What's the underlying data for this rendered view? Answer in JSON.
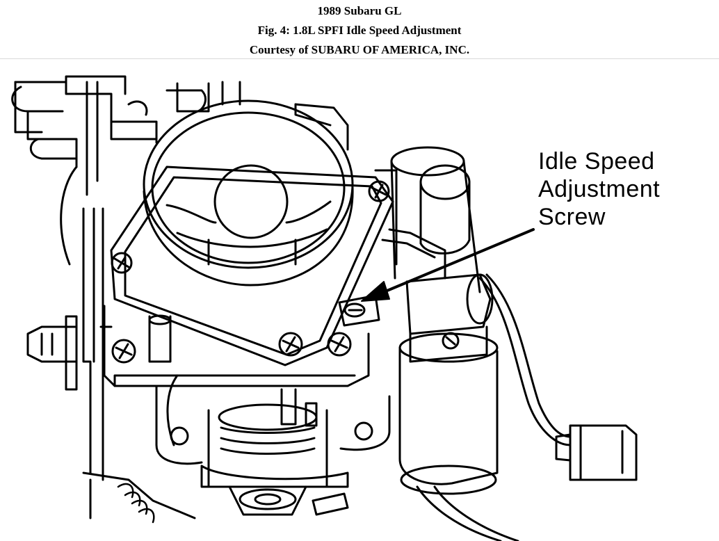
{
  "header": {
    "line1": "1989 Subaru GL",
    "line2": "Fig. 4: 1.8L SPFI Idle Speed Adjustment",
    "line3": "Courtesy of SUBARU OF AMERICA, INC."
  },
  "figure": {
    "callout": {
      "line1": "Idle Speed",
      "line2": "Adjustment",
      "line3": "Screw"
    }
  }
}
